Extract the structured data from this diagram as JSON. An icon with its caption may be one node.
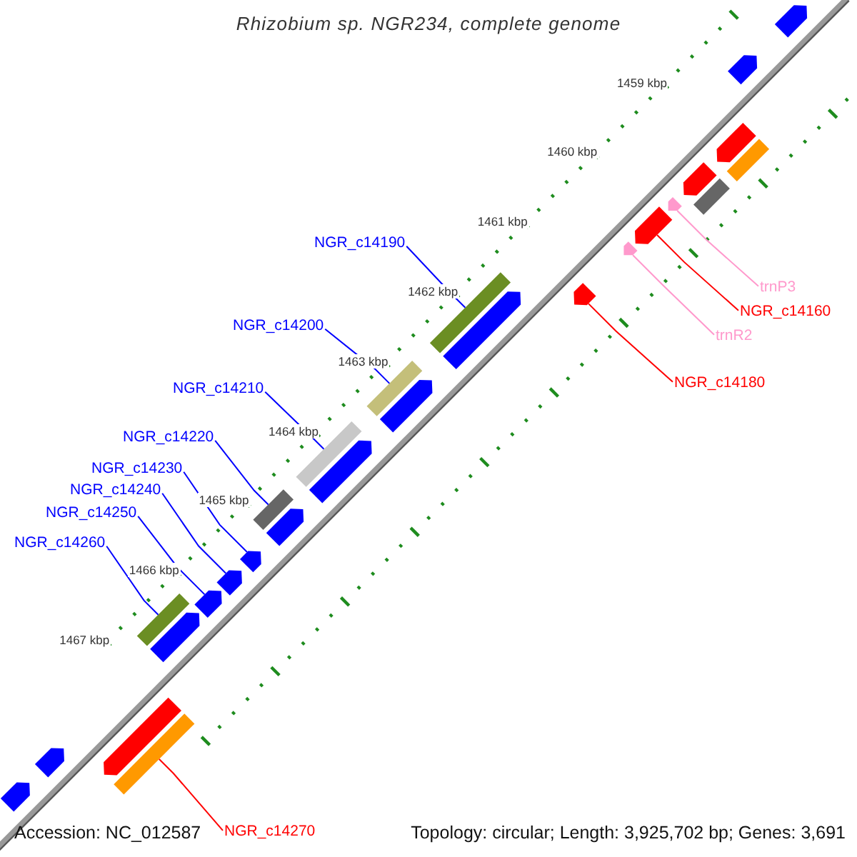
{
  "diagram": {
    "title": "Rhizobium sp. NGR234, complete genome",
    "nodes": [
      {
        "text": [
          "NGR_c14190"
        ]
      },
      {
        "text": [
          "NGR_c14200"
        ]
      },
      {
        "text": [
          "NGR_c14210"
        ]
      },
      {
        "text": [
          "NGR_c14220"
        ]
      },
      {
        "text": [
          "NGR_c14230"
        ]
      },
      {
        "text": [
          "NGR_c14240"
        ]
      },
      {
        "text": [
          "NGR_c14250"
        ]
      },
      {
        "text": [
          "NGR_c14260"
        ]
      },
      {
        "text": [
          "trnP3"
        ]
      },
      {
        "text": [
          "NGR_c14160"
        ]
      },
      {
        "text": [
          "trnR2"
        ]
      },
      {
        "text": [
          "NGR_c14180"
        ]
      },
      {
        "text": [
          "NGR_c14270"
        ]
      },
      {
        "text": [],
        "shape": "box"
      },
      {
        "text": [],
        "shape": "box"
      },
      {
        "text": [],
        "shape": "box"
      },
      {
        "text": [],
        "shape": "box"
      },
      {
        "text": [],
        "shape": "box"
      },
      {
        "text": [],
        "shape": "box"
      },
      {
        "text": [],
        "shape": "box"
      },
      {
        "text": [],
        "shape": "box"
      },
      {
        "text": [],
        "shape": "box"
      },
      {
        "text": [],
        "shape": "box"
      },
      {
        "text": [],
        "shape": "box"
      },
      {
        "text": [],
        "shape": "box"
      },
      {
        "text": [],
        "shape": "box"
      },
      {
        "text": [],
        "shape": "box"
      },
      {
        "text": [],
        "shape": "box"
      },
      {
        "text": [],
        "shape": "box"
      },
      {
        "text": [],
        "shape": "box"
      },
      {
        "text": [],
        "shape": "box"
      },
      {
        "text": [],
        "shape": "box"
      }
    ],
    "edges": [
      {
        "from": 0,
        "to": 13,
        "arrow": "none"
      },
      {
        "from": 1,
        "to": 14,
        "arrow": "none"
      },
      {
        "from": 2,
        "to": 15,
        "arrow": "none"
      },
      {
        "from": 3,
        "to": 16,
        "arrow": "none"
      },
      {
        "from": 4,
        "to": 17,
        "arrow": "none"
      },
      {
        "from": 5,
        "to": 18,
        "arrow": "none"
      },
      {
        "from": 6,
        "to": 19,
        "arrow": "none"
      },
      {
        "from": 7,
        "to": 20,
        "arrow": "none"
      },
      {
        "from": 8,
        "to": 21,
        "arrow": "none",
        "color": "#ff99cc"
      },
      {
        "from": 9,
        "to": 22,
        "arrow": "none",
        "color": "#ff0000"
      },
      {
        "from": 10,
        "to": 23,
        "arrow": "none",
        "color": "#ff99cc"
      },
      {
        "from": 11,
        "to": 24,
        "arrow": "none",
        "color": "#ff0000"
      },
      {
        "from": 12,
        "to": 25,
        "arrow": "none",
        "color": "#ff0000"
      }
    ],
    "labels": [
      "1459 kbp",
      "1460 kbp",
      "1461 kbp",
      "1462 kbp",
      "1463 kbp",
      "1464 kbp",
      "1465 kbp",
      "1466 kbp",
      "1467 kbp",
      "Accession: NC_012587",
      "Topology: circular; Length: 3,925,702 bp; Genes: 3,691"
    ]
  }
}
